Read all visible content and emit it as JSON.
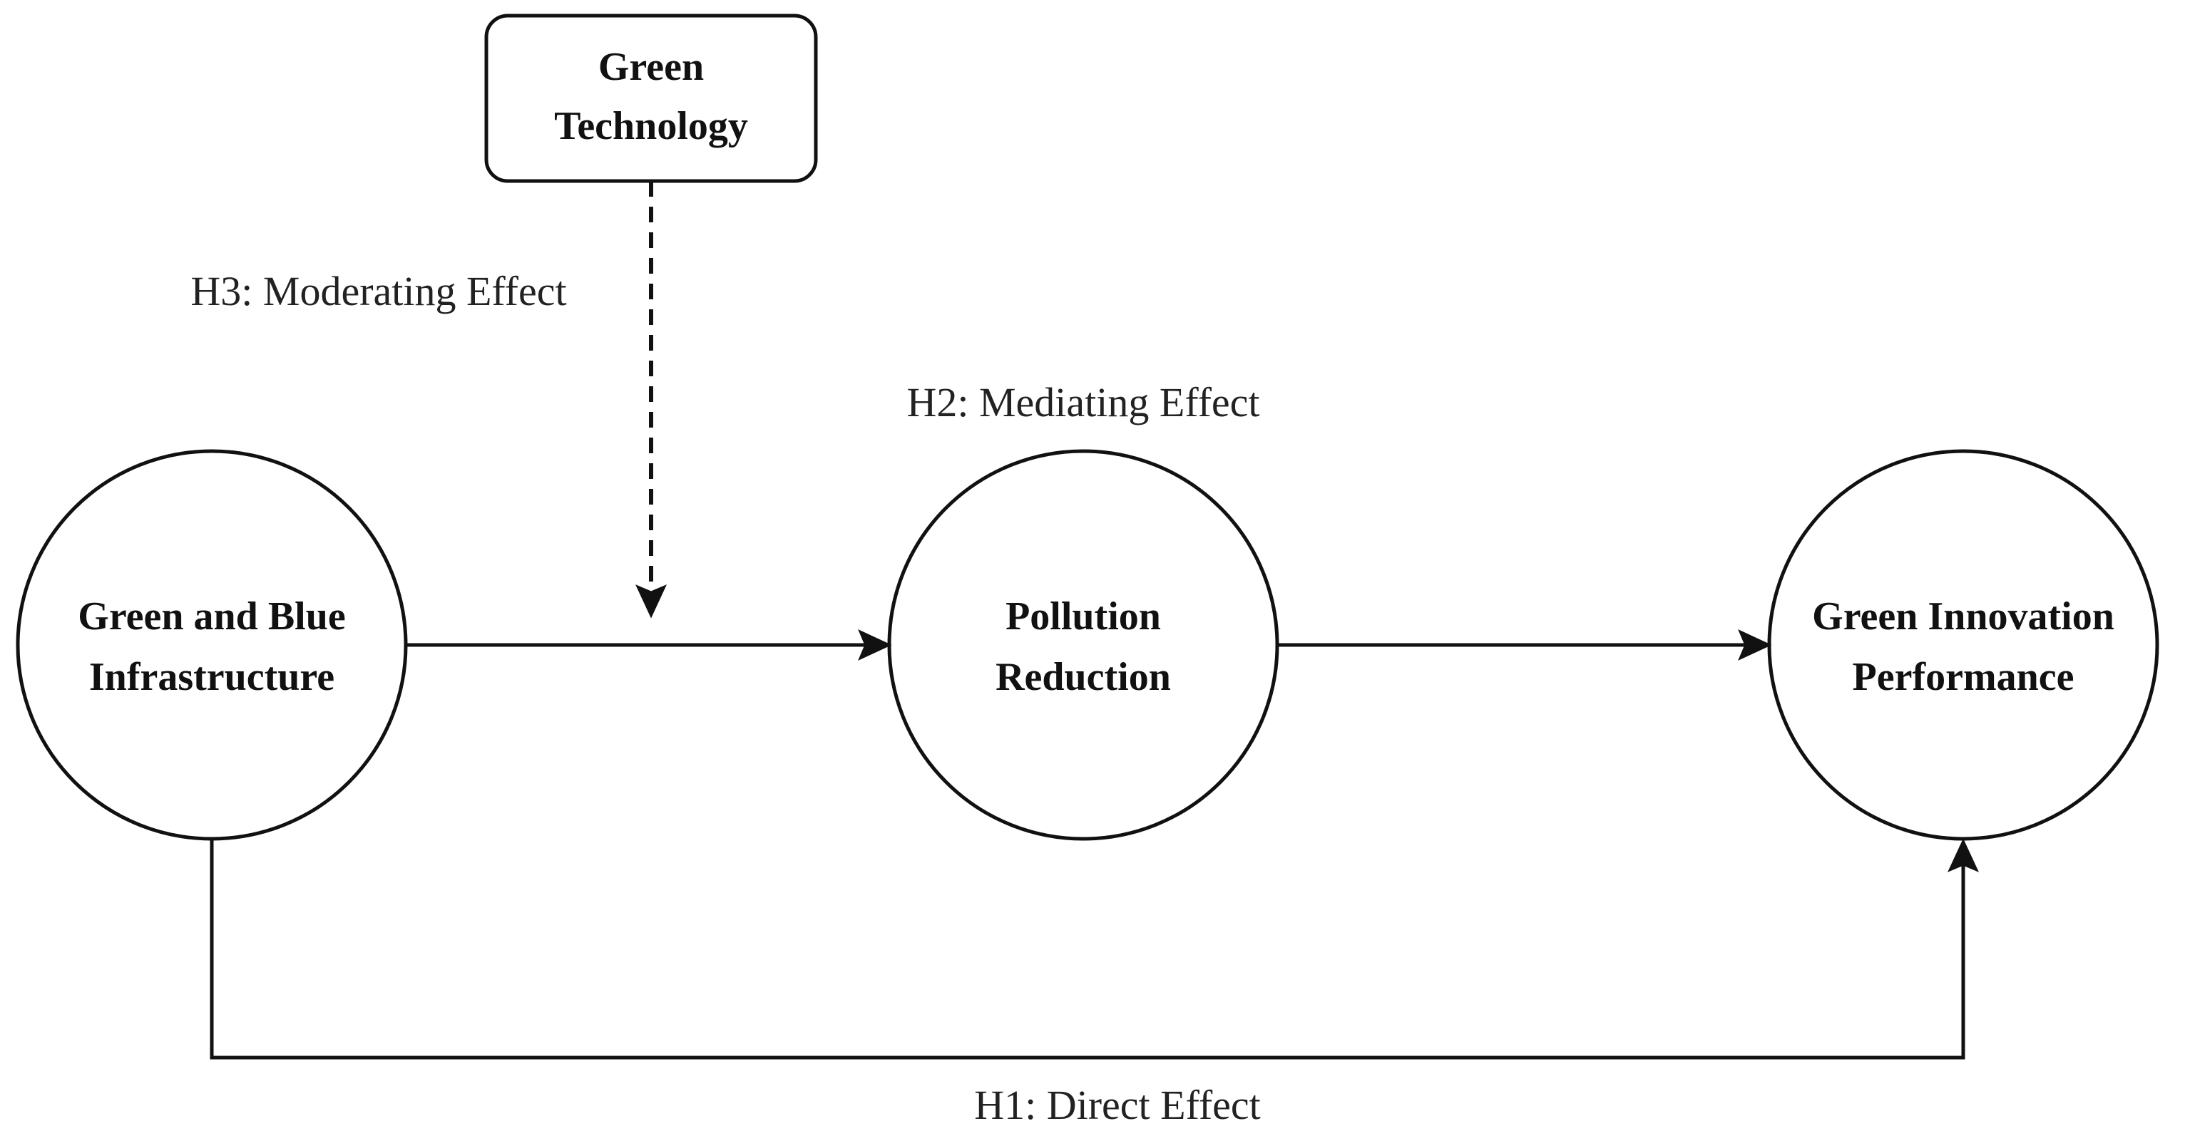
{
  "diagram": {
    "nodes": {
      "moderator": {
        "lines": [
          "Green",
          "Technology"
        ],
        "shape": "rounded-rectangle"
      },
      "independent": {
        "lines": [
          "Green and Blue",
          "Infrastructure"
        ],
        "shape": "circle"
      },
      "mediator": {
        "lines": [
          "Pollution",
          "Reduction"
        ],
        "shape": "circle"
      },
      "dependent": {
        "lines": [
          "Green Innovation",
          "Performance"
        ],
        "shape": "circle"
      }
    },
    "edges": {
      "h1": {
        "label": "H1: Direct Effect",
        "style": "solid"
      },
      "h2": {
        "label": "H2: Mediating Effect",
        "style": "solid"
      },
      "h3": {
        "label": "H3: Moderating Effect",
        "style": "dashed"
      }
    },
    "colors": {
      "stroke": "#111111",
      "background": "#ffffff"
    }
  }
}
